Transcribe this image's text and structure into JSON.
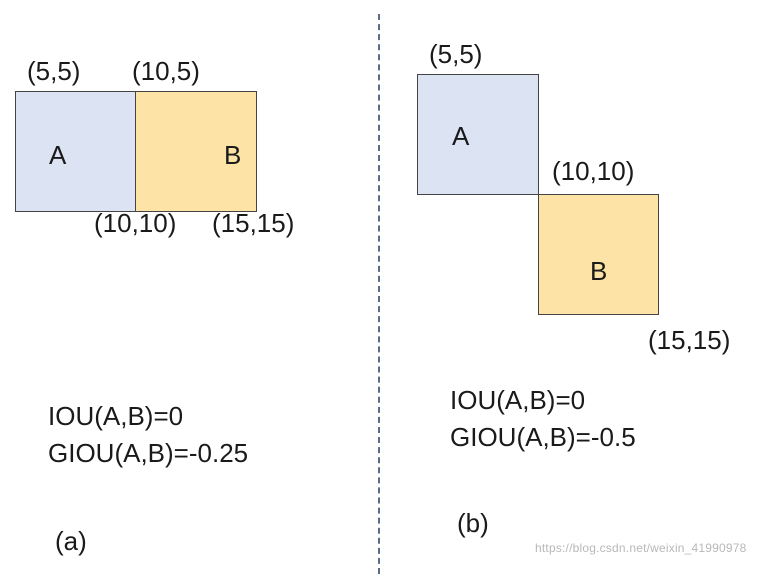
{
  "colors": {
    "box_a_fill": "#dce3f3",
    "box_b_fill": "#fde3a5",
    "border": "#444444",
    "divider": "#5a6c88",
    "text": "#1a1a1a"
  },
  "panel_a": {
    "box_a_label": "A",
    "box_b_label": "B",
    "coords": {
      "top_left_a": "(5,5)",
      "top_left_b": "(10,5)",
      "bottom_right_a": "(10,10)",
      "bottom_right_b": "(15,15)"
    },
    "iou": "IOU(A,B)=0",
    "giou": "GIOU(A,B)=-0.25",
    "caption": "(a)"
  },
  "panel_b": {
    "box_a_label": "A",
    "box_b_label": "B",
    "coords": {
      "top_left_a": "(5,5)",
      "shared_corner": "(10,10)",
      "bottom_right_b": "(15,15)"
    },
    "iou": "IOU(A,B)=0",
    "giou": "GIOU(A,B)=-0.5",
    "caption": "(b)"
  },
  "watermark": "https://blog.csdn.net/weixin_41990978"
}
